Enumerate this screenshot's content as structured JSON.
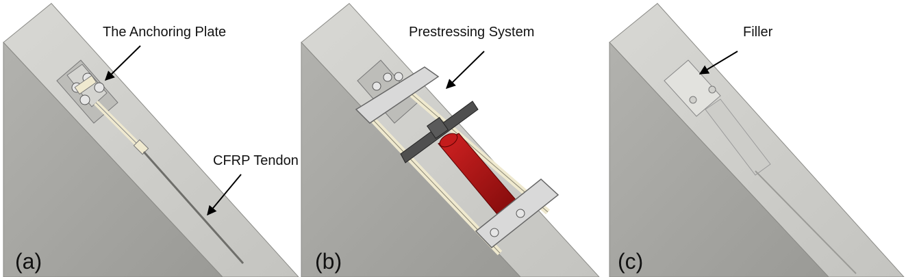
{
  "panels": [
    {
      "id": "a",
      "label": "(a)",
      "callouts": [
        {
          "text": "The Anchoring Plate"
        },
        {
          "text": "CFRP Tendon"
        }
      ]
    },
    {
      "id": "b",
      "label": "(b)",
      "callouts": [
        {
          "text": "Prestressing System"
        }
      ]
    },
    {
      "id": "c",
      "label": "(c)",
      "callouts": [
        {
          "text": "Filler"
        }
      ]
    }
  ],
  "colors": {
    "concrete_top": "#cfcfcb",
    "concrete_side": "#a9a9a5",
    "steel": "#d9d9d9",
    "rod": "#efe9cf",
    "jack": "#b31515",
    "frame_dark": "#505050"
  }
}
